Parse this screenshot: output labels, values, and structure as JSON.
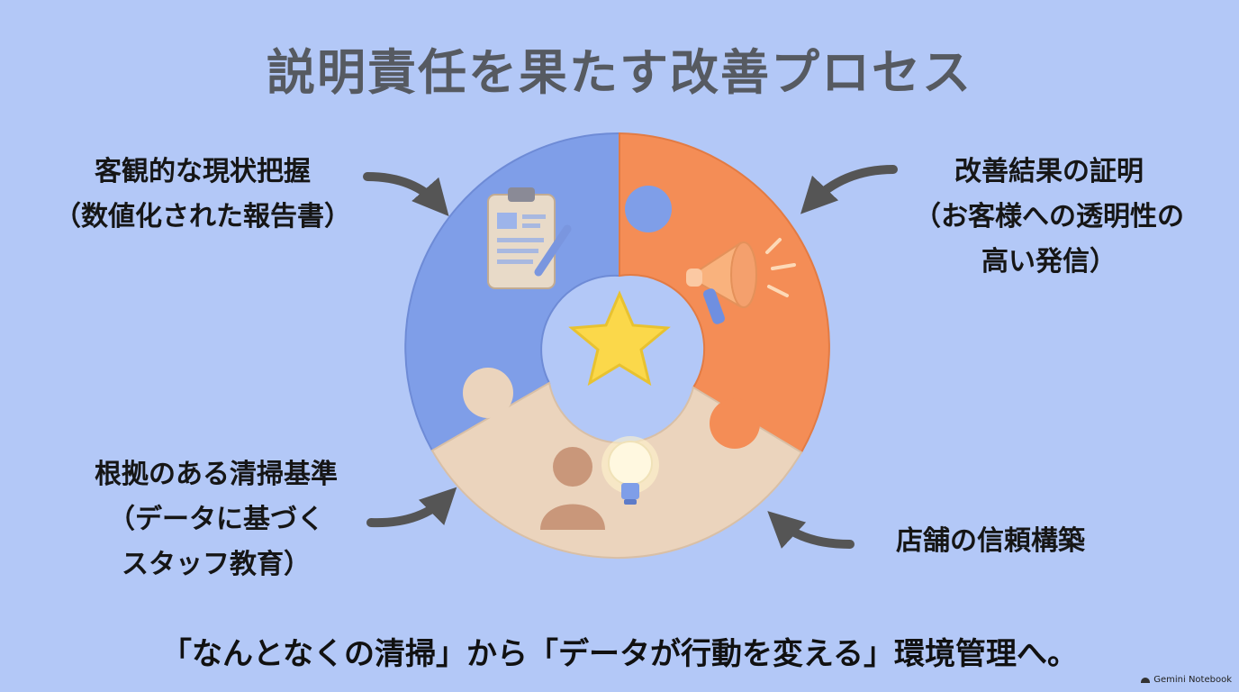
{
  "title": "説明責任を果たす改善プロセス",
  "segments": {
    "top_left": {
      "lines": [
        "客観的な現状把握",
        "（数値化された報告書）"
      ],
      "color": "#7f9ee8",
      "icon": "clipboard-icon"
    },
    "top_right": {
      "lines": [
        "改善結果の証明",
        "（お客様への透明性の",
        "高い発信）"
      ],
      "color": "#f48d56",
      "icon": "megaphone-icon"
    },
    "bottom_left": {
      "lines": [
        "根拠のある清掃基準",
        "（データに基づく",
        "スタッフ教育）"
      ],
      "color": "#ebd4bd",
      "icon": "person-lightbulb-icon"
    },
    "bottom_right": {
      "lines": [
        "店舗の信頼構築"
      ],
      "color": "#f48d56"
    },
    "center": {
      "icon": "star-icon",
      "color": "#fbd84a"
    }
  },
  "footer": "「なんとなくの清掃」から「データが行動を変える」環境管理へ。",
  "brand": "Gemini Notebook",
  "colors": {
    "background": "#b3c8f7",
    "title": "#565a61",
    "arrow": "#555555"
  }
}
